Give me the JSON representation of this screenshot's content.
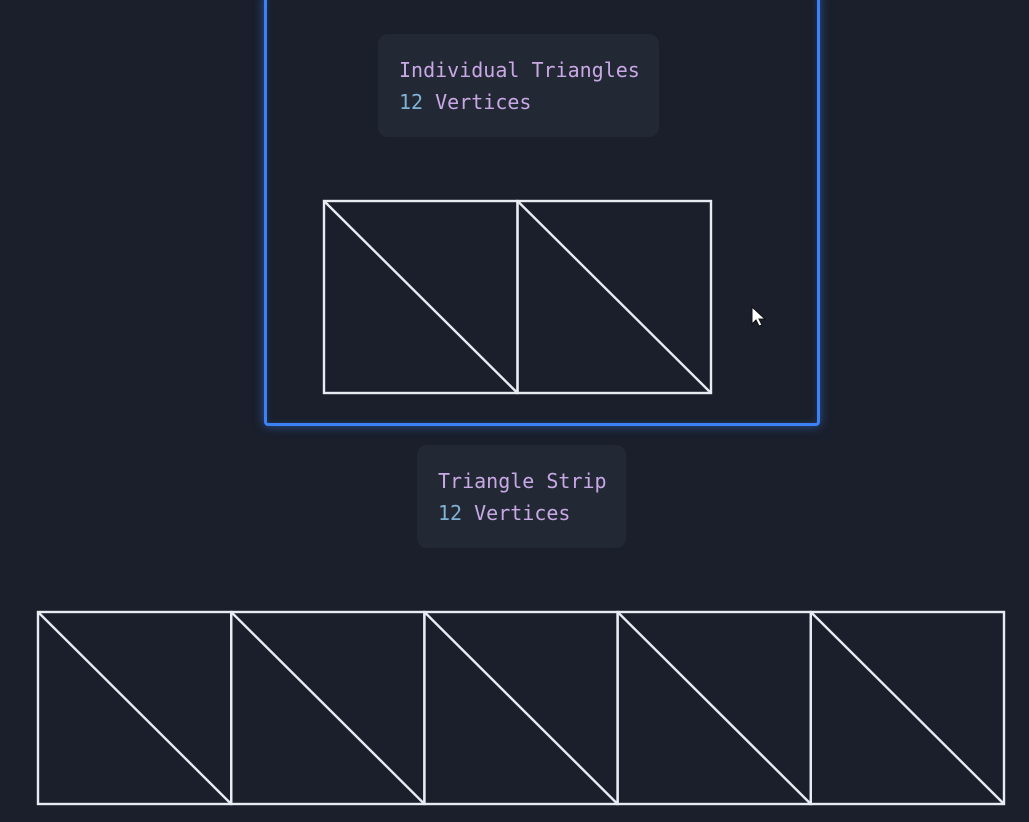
{
  "colors": {
    "background": "#1a1f2b",
    "panel_border": "#3b82f6",
    "label_bg": "#222834",
    "title_text": "#c9a8e6",
    "number_text": "#7fb2d6",
    "wire": "#e8ecf2"
  },
  "individual": {
    "title": "Individual Triangles",
    "count": "12",
    "count_label": "Vertices",
    "quads": 2
  },
  "strip": {
    "title": "Triangle Strip",
    "count": "12",
    "count_label": "Vertices",
    "quads": 5
  },
  "icons": {
    "cursor": "pointer-cursor-icon"
  }
}
